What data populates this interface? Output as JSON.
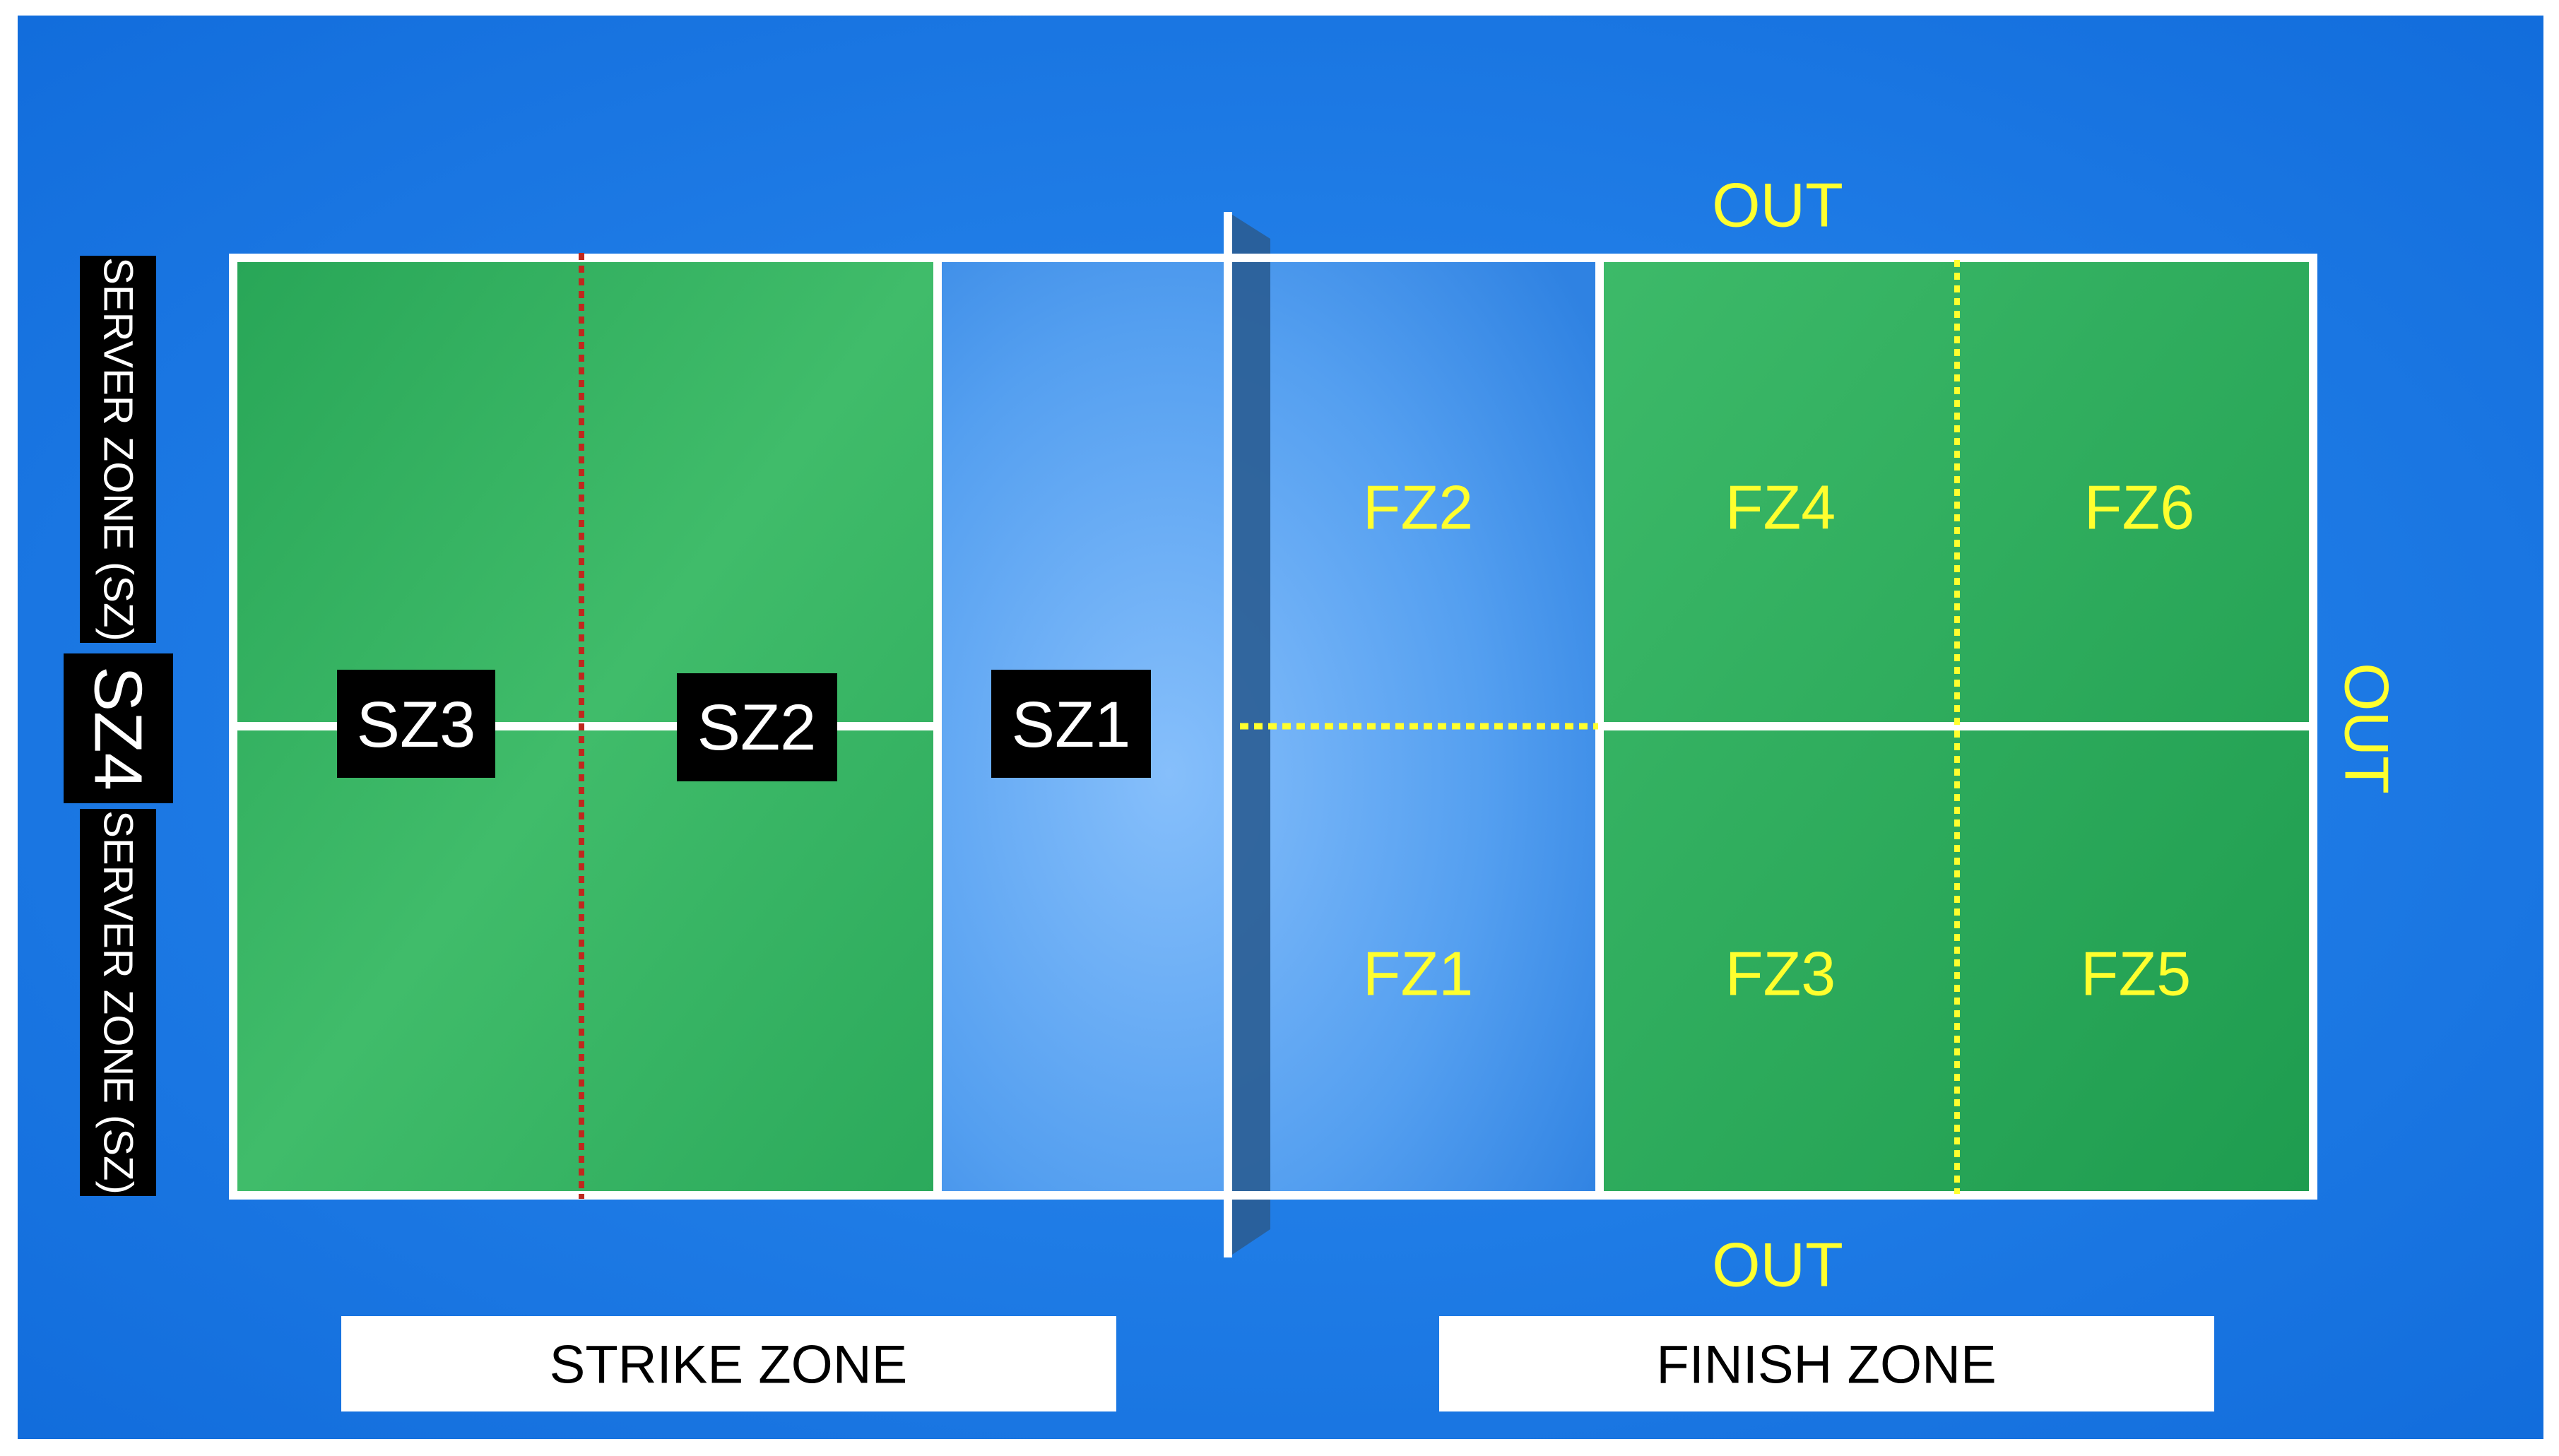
{
  "colors": {
    "background": "#1f7be0",
    "court_green": "#27ae60",
    "kitchen_blue": "#5aa9f2",
    "line_white": "#ffffff",
    "label_yellow": "#ffff2e",
    "net_shadow": "#2a5d94",
    "divider_red": "#c0281e",
    "badge_black": "#000000"
  },
  "server_zone": {
    "top_label": "SERVER ZONE (SZ)",
    "bottom_label": "SERVER ZONE (SZ)",
    "badge": "SZ4"
  },
  "strike_side": {
    "badges": [
      "SZ3",
      "SZ2",
      "SZ1"
    ]
  },
  "finish_side": {
    "zones": [
      "FZ2",
      "FZ1",
      "FZ4",
      "FZ3",
      "FZ6",
      "FZ5"
    ]
  },
  "out_labels": {
    "top": "OUT",
    "right": "OUT",
    "bottom": "OUT"
  },
  "footer": {
    "strike_zone": "STRIKE ZONE",
    "finish_zone": "FINISH ZONE"
  }
}
